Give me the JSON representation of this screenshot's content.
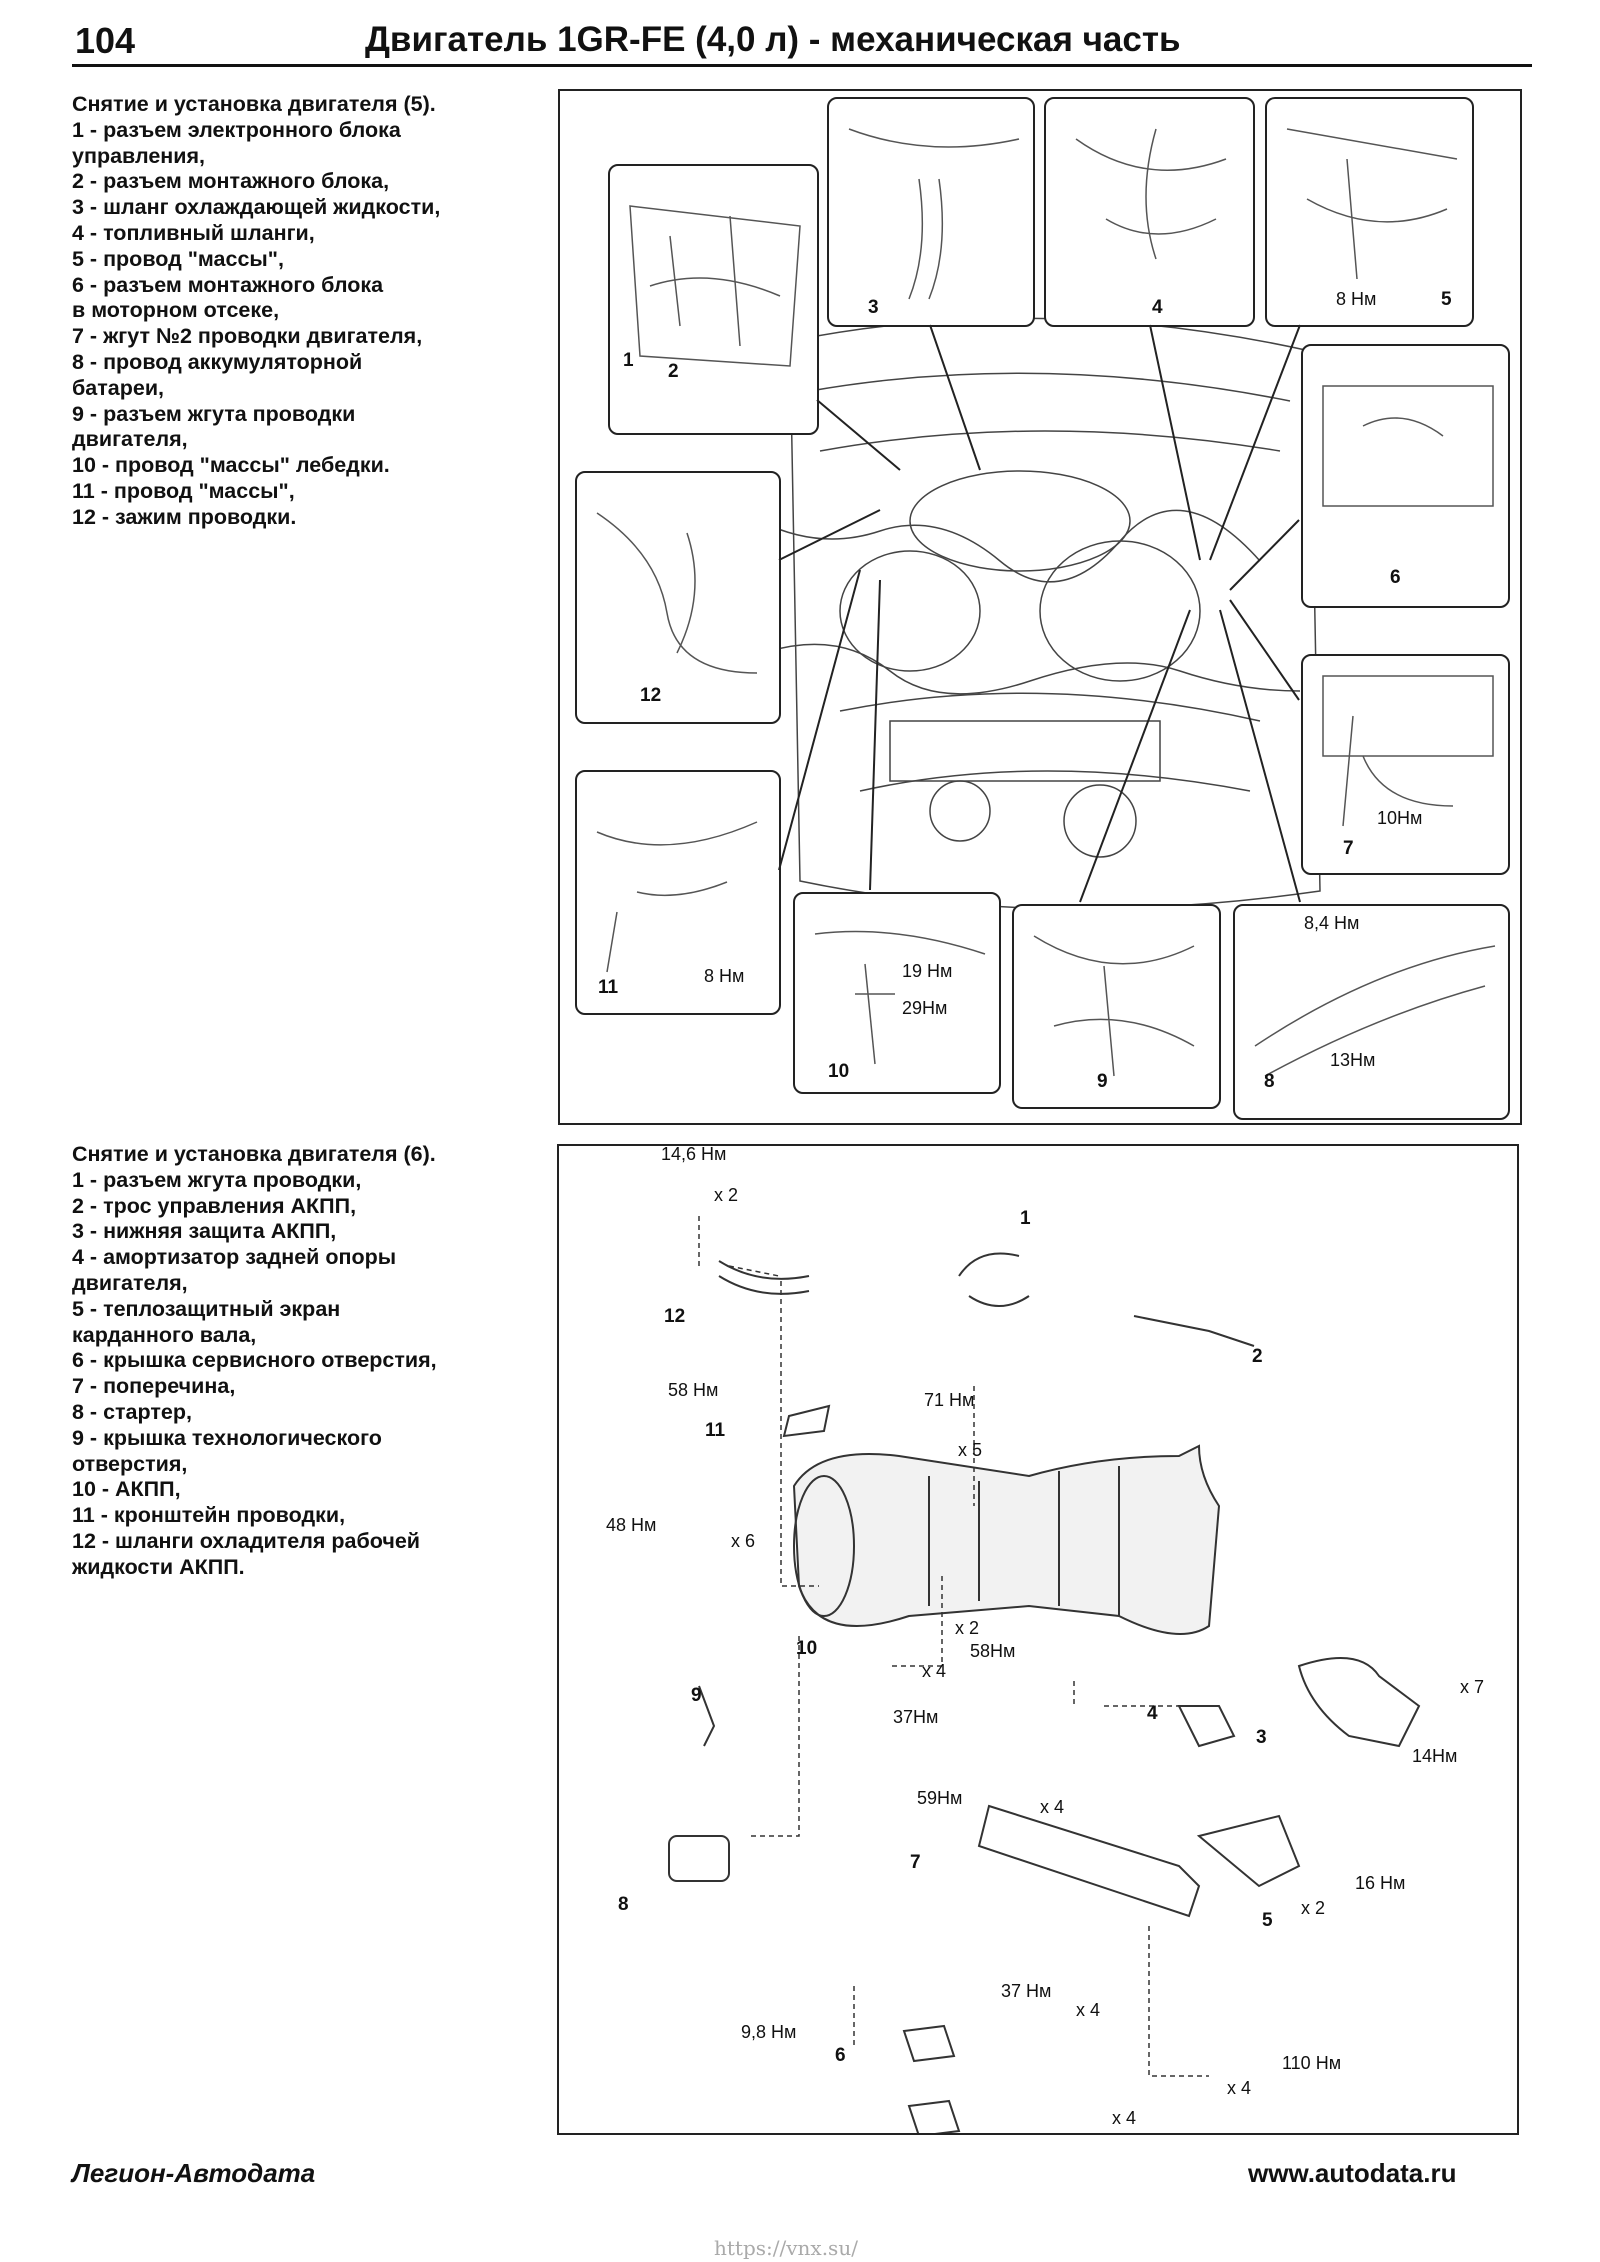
{
  "header": {
    "page_number": "104",
    "title": "Двигатель 1GR-FE (4,0 л) - механическая часть"
  },
  "section5": {
    "caption": "Снятие и установка двигателя (5).\n1 - разъем электронного блока\nуправления,\n2 - разъем монтажного блока,\n3 - шланг охлаждающей жидкости,\n4 - топливный шланги,\n5 - провод \"массы\",\n6 - разъем монтажного блока\nв моторном отсеке,\n7 - жгут №2 проводки двигателя,\n8 - провод аккумуляторной\nбатареи,\n9 - разъем жгута проводки\nдвигателя,\n10 - провод \"массы\" лебедки.\n11 - провод \"массы\",\n12 - зажим проводки.",
    "labels": {
      "l1": "1",
      "l2": "2",
      "l3": "3",
      "l4": "4",
      "t5": "8 Нм",
      "l5": "5",
      "l6": "6",
      "l12": "12",
      "t7": "10Нм",
      "l7": "7",
      "l11": "11",
      "t11": "8 Нм",
      "t10a": "19 Нм",
      "t10b": "29Нм",
      "l10": "10",
      "l9": "9",
      "t8a": "8,4 Нм",
      "t8b": "13Нм",
      "l8": "8"
    }
  },
  "section6": {
    "caption": "Снятие и установка двигателя (6).\n1 - разъем жгута проводки,\n2 - трос управления АКПП,\n3 - нижняя защита АКПП,\n4 - амортизатор задней опоры\nдвигателя,\n5 - теплозащитный экран\nкарданного вала,\n6 - крышка сервисного отверстия,\n7 - поперечина,\n8 - стартер,\n9 - крышка технологического\nотверстия,\n10 - АКПП,\n11 - кронштейн проводки,\n12 - шланги охладителя рабочей\nжидкости АКПП.",
    "labels": {
      "a": "14,6 Нм",
      "b": "x 2",
      "c": "1",
      "d": "12",
      "e": "2",
      "f": "58 Нм",
      "g": "71 Нм",
      "h": "11",
      "i": "x 5",
      "j": "48 Нм",
      "k": "x 6",
      "l": "10",
      "m": "x 2",
      "n": "58Нм",
      "o": "x 4",
      "p": "37Нм",
      "q": "9",
      "r": "x 7",
      "s": "3",
      "t": "14Нм",
      "u": "4",
      "v": "59Нм",
      "w": "x 4",
      "x": "7",
      "y": "8",
      "z": "16 Нм",
      "aa": "x 2",
      "ab": "5",
      "ac": "37 Нм",
      "ad": "x 4",
      "ae": "9,8 Нм",
      "af": "6",
      "ag": "110 Нм",
      "ah": "x 4",
      "ai": "x 4"
    }
  },
  "footer": {
    "publisher": "Легион-Автодата",
    "website": "www.autodata.ru",
    "watermark": "https://vnx.su/"
  }
}
